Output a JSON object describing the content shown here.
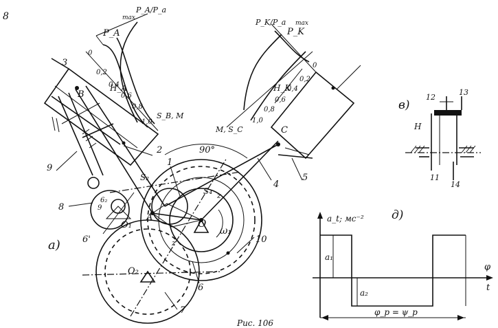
{
  "figure": {
    "corner_mark": "8",
    "caption": "Рис. 106"
  },
  "part_a": {
    "label": "а)",
    "part_numbers": [
      "1",
      "2",
      "3",
      "4",
      "5",
      "6",
      "6'",
      "7",
      "8",
      "9",
      "10"
    ],
    "points": {
      "O": "O",
      "A": "A",
      "B": "B",
      "C": "C",
      "O1": "O₁",
      "O2": "O₂",
      "omega": "ω₁",
      "angle90": "90°",
      "S2": "S₂",
      "S4": "S₄",
      "H_A": "H_A",
      "H_K": "H_K",
      "P_A": "P_A",
      "P_K": "P_K",
      "Pmax_A": "max",
      "Pmax_K": "max",
      "scale_left_top": "P_A/P_a",
      "scale_right_top": "P_K/P_a",
      "left_axis_end": "S_B, M",
      "right_axis_end": "M, S_C",
      "gear_z": "z",
      "gear_z2": "z",
      "small_8": "6₂",
      "small_9": "9"
    },
    "left_scale_ticks": [
      "0",
      "0,2",
      "0,4",
      "0,6",
      "0,8",
      "1,0"
    ],
    "right_scale_ticks": [
      "0",
      "0,2",
      "0,4",
      "0,6",
      "0,8",
      "1,0"
    ]
  },
  "part_b": {
    "label": "в)",
    "numbers": [
      "12",
      "13",
      "H",
      "11",
      "14"
    ]
  },
  "part_d": {
    "label": "д)",
    "y_axis_label": "a_t; мс⁻²",
    "x_axis_labels": [
      "φ",
      "t"
    ],
    "a1": "a₁",
    "a2": "a₂",
    "period_label": "φ_p = ψ_p"
  }
}
